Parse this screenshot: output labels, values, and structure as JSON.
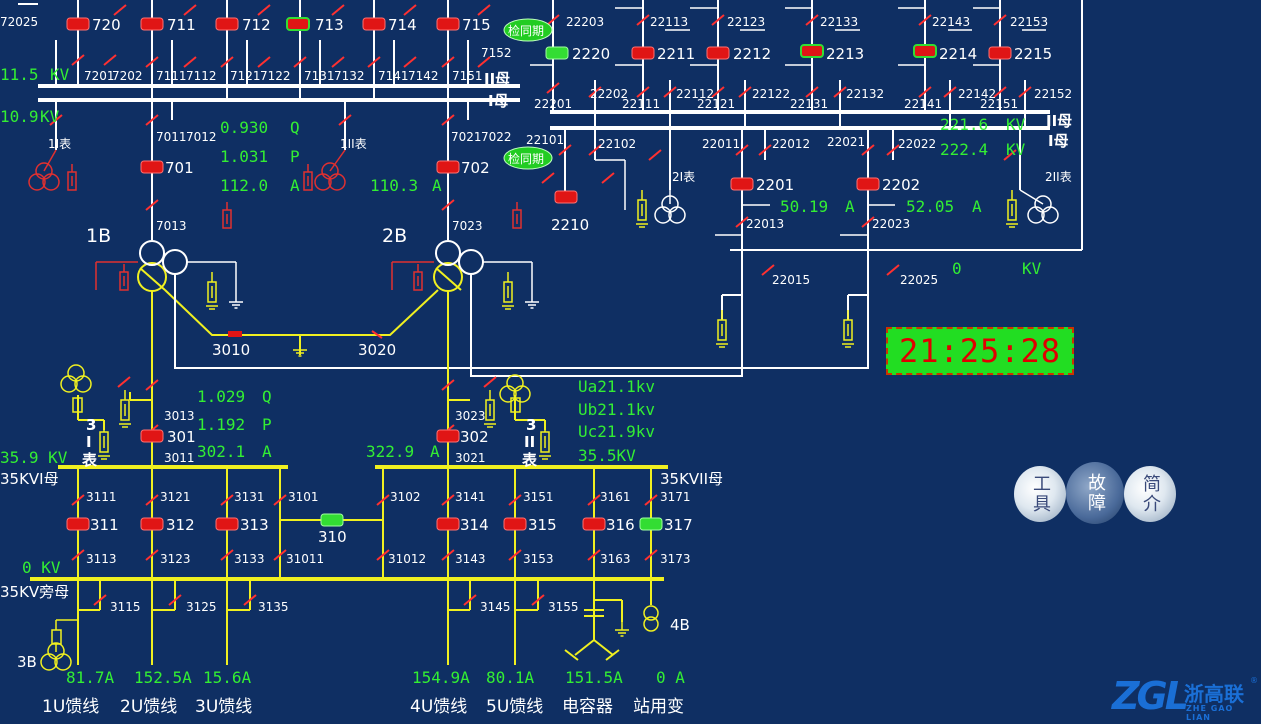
{
  "colors": {
    "background": "#0f2f63",
    "bus_110": "#ffffff",
    "bus_35": "#f0f020",
    "breaker_closed": "#e01515",
    "breaker_open": "#33dd33",
    "value": "#33ee33",
    "ground": "#ffee33"
  },
  "icons": {
    "transformer": "transformer-icon",
    "breaker": "breaker-icon",
    "switch": "disconnector-icon",
    "ground": "ground-icon",
    "arrester": "arrester-icon",
    "capacitor": "capacitor-icon"
  },
  "labels": {
    "b720": "720",
    "b711": "711",
    "b712": "712",
    "b713": "713",
    "b714": "714",
    "b715": "715",
    "n72025": "72025",
    "s7201": "7201",
    "s7202": "7202",
    "s7111": "7111",
    "s7112": "7112",
    "s7121": "7121",
    "s7122": "7122",
    "s7131": "7131",
    "s7132": "7132",
    "s7141": "7141",
    "s7142": "7142",
    "s7151": "7151",
    "s7152": "7152",
    "s7011": "7011",
    "s7012": "7012",
    "s7021": "7021",
    "s7022": "7022",
    "b701": "701",
    "b702": "702",
    "s7013": "7013",
    "s7023": "7023",
    "t1b": "1B",
    "t2b": "2B",
    "s3010": "3010",
    "s3020": "3020",
    "b2220": "2220",
    "b2211": "2211",
    "b2212": "2212",
    "b2213": "2213",
    "b2214": "2214",
    "b2215": "2215",
    "s22203": "22203",
    "s22113": "22113",
    "s22123": "22123",
    "s22133": "22133",
    "s22143": "22143",
    "s22153": "22153",
    "s22201": "22201",
    "s22202": "22202",
    "s22111": "22111",
    "s22112": "22112",
    "s22121": "22121",
    "s22122": "22122",
    "s22131": "22131",
    "s22132": "22132",
    "s22141": "22141",
    "s22142": "22142",
    "s22151": "22151",
    "s22152": "22152",
    "s22101": "22101",
    "s22102": "22102",
    "s22011": "22011",
    "s22012": "22012",
    "s22021": "22021",
    "s22022": "22022",
    "b2210": "2210",
    "b2201": "2201",
    "b2202": "2202",
    "s22013": "22013",
    "s22023": "22023",
    "s22015": "22015",
    "s22025": "22025",
    "s3013": "3013",
    "s3011": "3011",
    "b301": "301",
    "s3023": "3023",
    "s3021": "3021",
    "b302": "302",
    "s3111": "3111",
    "s3121": "3121",
    "s3131": "3131",
    "s3101": "3101",
    "s3102": "3102",
    "s3141": "3141",
    "s3151": "3151",
    "s3161": "3161",
    "s3171": "3171",
    "b311": "311",
    "b312": "312",
    "b313": "313",
    "b310": "310",
    "b314": "314",
    "b315": "315",
    "b316": "316",
    "b317": "317",
    "s3113": "3113",
    "s3123": "3123",
    "s3133": "3133",
    "s31011": "31011",
    "s31012": "31012",
    "s3143": "3143",
    "s3153": "3153",
    "s3163": "3163",
    "s3173": "3173",
    "s3115": "3115",
    "s3125": "3125",
    "s3135": "3135",
    "s3145": "3145",
    "s3155": "3155",
    "t3b": "3B",
    "t4b": "4B"
  },
  "buses": {
    "bus110_II": "II母",
    "bus110_I": "I母",
    "bus220_II": "II母",
    "bus220_I": "I母",
    "bus35_I": "35KVI母",
    "bus35_II": "35KVII母",
    "bus35_bypass": "35KV旁母"
  },
  "meters": {
    "m1I": "1I表",
    "m1II": "1II表",
    "m2I": "2I表",
    "m2II": "2II表",
    "m3I_a": "3",
    "m3I_b": "I",
    "m3I_c": "表",
    "m3II_a": "3",
    "m3II_b": "II",
    "m3II_c": "表"
  },
  "values": {
    "v110_II": "11.5",
    "v110_I": "10.9",
    "kv": "KV",
    "q1": "0.930",
    "p1": "1.031",
    "i701": "112.0",
    "i702": "110.3",
    "q_unit": "Q",
    "p_unit": "P",
    "a_unit": "A",
    "v220_II": "221.6",
    "v220_I": "222.4",
    "v220_zero": "0",
    "i2201": "50.19",
    "i2202": "52.05",
    "q3": "1.029",
    "p3": "1.192",
    "i301": "302.1",
    "i302": "322.9",
    "ua": "Ua21.1kv",
    "ub": "Ub21.1kv",
    "uc": "Uc21.9kv",
    "v35_II": "35.5KV",
    "v35_I": "35.9 KV",
    "v35_bypass": "0 KV",
    "i311": "81.7A",
    "i312": "152.5A",
    "i313": "15.6A",
    "i314": "154.9A",
    "i315": "80.1A",
    "i316": "151.5A",
    "i317": "0 A"
  },
  "tags": {
    "sync1": "检同期",
    "sync2": "检同期"
  },
  "feeders": {
    "f1": "1U馈线",
    "f2": "2U馈线",
    "f3": "3U馈线",
    "f4": "4U馈线",
    "f5": "5U馈线",
    "f6": "电容器",
    "f7": "站用变"
  },
  "clock": "21:25:28",
  "controls": {
    "tools": "工具",
    "fault": "故障",
    "intro": "简介"
  },
  "logo": {
    "mark": "ZGL",
    "name": "浙高联",
    "en": "ZHE GAO LIAN",
    "reg": "®"
  }
}
